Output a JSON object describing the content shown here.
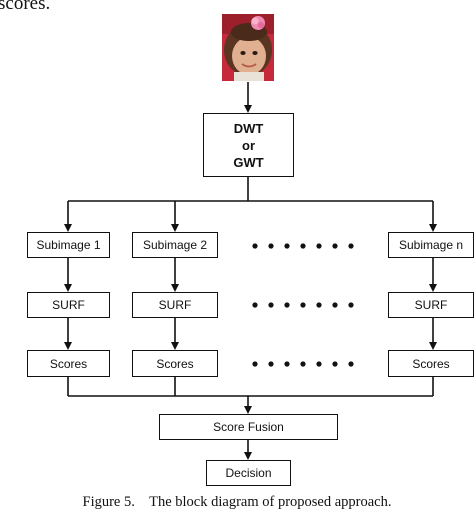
{
  "header_text": "scores.",
  "face_photo": {
    "description_icon": "face-photo-icon"
  },
  "transform": {
    "line1": "DWT",
    "line2": "or",
    "line3": "GWT"
  },
  "columns": [
    {
      "subimage": "Subimage 1",
      "surf": "SURF",
      "scores": "Scores"
    },
    {
      "subimage": "Subimage 2",
      "surf": "SURF",
      "scores": "Scores"
    },
    {
      "subimage": "Subimage n",
      "surf": "SURF",
      "scores": "Scores"
    }
  ],
  "fusion": "Score Fusion",
  "decision": "Decision",
  "caption": "Figure 5.    The block diagram of proposed approach.",
  "colors": {
    "stroke": "#111111",
    "background": "#ffffff"
  }
}
